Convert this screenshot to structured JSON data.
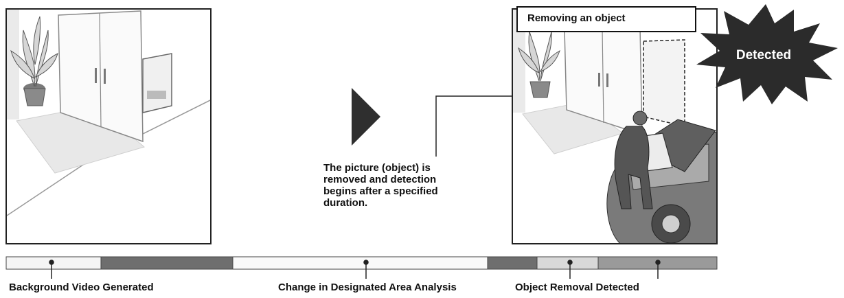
{
  "callout": {
    "title": "Removing an object",
    "detected": "Detected"
  },
  "description": {
    "lines": [
      "The picture (object) is",
      "removed and detection",
      "begins after a specified",
      "duration."
    ]
  },
  "timeline": {
    "labels": {
      "background": "Background Video Generated",
      "analysis": "Change in Designated Area Analysis",
      "removal": "Object Removal Detected"
    },
    "segments": [
      {
        "name": "idle-start",
        "color": "#f5f5f5"
      },
      {
        "name": "background-generation",
        "color": "#6e6e6e"
      },
      {
        "name": "analysis",
        "color": "#fafafa"
      },
      {
        "name": "change",
        "color": "#6e6e6e"
      },
      {
        "name": "waiting",
        "color": "#d9d9d9"
      },
      {
        "name": "detected",
        "color": "#9a9a9a"
      }
    ]
  },
  "colors": {
    "line": "#222222",
    "starburst": "#2b2b2b",
    "arrow": "#2f2f2f",
    "scene_light": "#e6e6e6",
    "scene_mid": "#bdbdbd",
    "scene_dark": "#6a6a6a"
  }
}
